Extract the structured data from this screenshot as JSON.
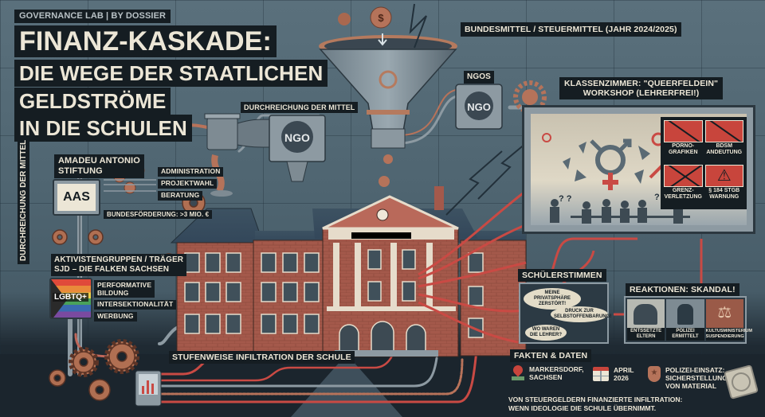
{
  "header": {
    "kicker": "GOVERNANCE LAB | BY DOSSIER",
    "title_line1": "FINANZ-KASKADE:",
    "title_line2": "DIE WEGE DER STAATLICHEN",
    "title_line3": "GELDSTRÖME",
    "title_line4": "IN DIE SCHULEN"
  },
  "funnel": {
    "label": "BUNDESMITTEL / STEUERMITTEL (JAHR 2024/2025)"
  },
  "ngo_central": {
    "label": "DURCHREICHUNG DER MITTEL",
    "badge": "NGO"
  },
  "ngo_right": {
    "label": "NGOs",
    "badge": "NGO"
  },
  "side_label": "DURCHREICHUNG DER MITTEL",
  "foundation": {
    "title_line1": "AMADEU ANTONIO",
    "title_line2": "STIFTUNG",
    "logo": "AAS",
    "items": [
      "ADMINISTRATION",
      "PROJEKTWAHL",
      "BERATUNG"
    ],
    "funding": "BUNDESFÖRDERUNG: >3 MIO. €"
  },
  "activists": {
    "title_line1": "AKTIVISTENGRUPPEN / TRÄGER",
    "title_line2": "SJD – DIE FALKEN SACHSEN",
    "flag_label": "LGBTQ+",
    "items": [
      "PERFORMATIVE",
      "BILDUNG",
      "INTERSEKTIONALITÄT",
      "WERBUNG"
    ]
  },
  "school": {
    "label": "STUFENWEISE INFILTRATION DER SCHULE"
  },
  "classroom": {
    "title_line1": "KLASSENZIMMER: \"QUEERFELDEIN\"",
    "title_line2": "WORKSHOP (LEHRERFREI!)",
    "warnings": [
      {
        "line1": "PORNO-",
        "line2": "GRAFIKEN",
        "icon": "no-image-icon"
      },
      {
        "line1": "BDSM",
        "line2": "ANDEUTUNG",
        "icon": "no-whip-icon"
      },
      {
        "line1": "GRENZ-",
        "line2": "VERLETZUNG",
        "icon": "no-contact-icon"
      },
      {
        "line1": "§ 184 STGB",
        "line2": "WARNUNG",
        "icon": "warning-triangle-icon"
      }
    ]
  },
  "students": {
    "title": "SCHÜLERSTIMMEN",
    "quotes": [
      "MEINE PRIVATSPHÄRE ZERSTÖRT!",
      "DRUCK ZUR SELBSTOFFENBARUNG!",
      "WO WAREN DIE LEHRER?"
    ]
  },
  "reactions": {
    "title": "REAKTIONEN: SKANDAL!",
    "items": [
      {
        "line1": "ENTSSETZTE",
        "line2": "ELTERN"
      },
      {
        "line1": "POLIZEI",
        "line2": "ERMITTELT"
      },
      {
        "line1": "KULTUSMINISTERIUM",
        "line2": "SUSPENDIERUNG"
      }
    ]
  },
  "facts": {
    "title": "FAKTEN & DATEN",
    "location_line1": "MARKERSDORF,",
    "location_line2": "SACHSEN",
    "date_line1": "APRIL",
    "date_line2": "2026",
    "police_line1": "POLIZEI-EINSATZ:",
    "police_line2": "SICHERSTELLUNG",
    "police_line3": "VON MATERIAL",
    "summary_line1": "VON STEUERGELDERN FINANZIERTE INFILTRATION:",
    "summary_line2": "WENN IDEOLOGIE DIE SCHULE ÜBERNIMMT."
  },
  "colors": {
    "bg": "#4f6571",
    "label_bg": "#151d22",
    "label_text": "#ece6d6",
    "copper": "#b8735a",
    "brick": "#a0574a",
    "alert_red": "#c8453c",
    "arrow_red": "#c94a44"
  }
}
